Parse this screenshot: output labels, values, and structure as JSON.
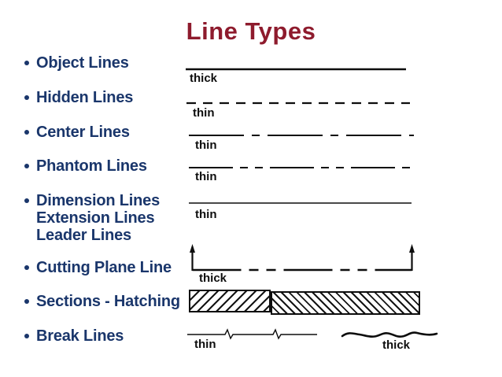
{
  "slide": {
    "title": "Line Types",
    "background": "#ffffff",
    "colors": {
      "title_text": "#8E1B2D",
      "bullet_text": "#1A366B",
      "ink": "#0d0d0d"
    }
  },
  "bullets": [
    {
      "lines": [
        "Object Lines"
      ]
    },
    {
      "lines": [
        "Hidden Lines"
      ]
    },
    {
      "lines": [
        "Center Lines"
      ]
    },
    {
      "lines": [
        "Phantom Lines"
      ]
    },
    {
      "lines": [
        "Dimension Lines",
        "Extension Lines",
        "Leader Lines"
      ]
    },
    {
      "lines": [
        "Cutting Plane Line"
      ]
    },
    {
      "lines": [
        "Sections - Hatching"
      ]
    },
    {
      "lines": [
        "Break Lines"
      ]
    }
  ],
  "samples": {
    "object_line": {
      "label": "thick"
    },
    "hidden_line": {
      "label": "thin",
      "dasharray": "12 9"
    },
    "center_line": {
      "label": "thin",
      "dasharray": "70 10 10 10"
    },
    "phantom_line": {
      "label": "thin",
      "dasharray": "56 9 10 9 10 9"
    },
    "dimension_line": {
      "label": "thin"
    },
    "cutting_plane_line": {
      "label": "thick",
      "dasharray": "62 10 12 10 12 10"
    },
    "break_line_thin": {
      "label": "thin"
    },
    "break_line_thick": {
      "label": "thick"
    }
  }
}
